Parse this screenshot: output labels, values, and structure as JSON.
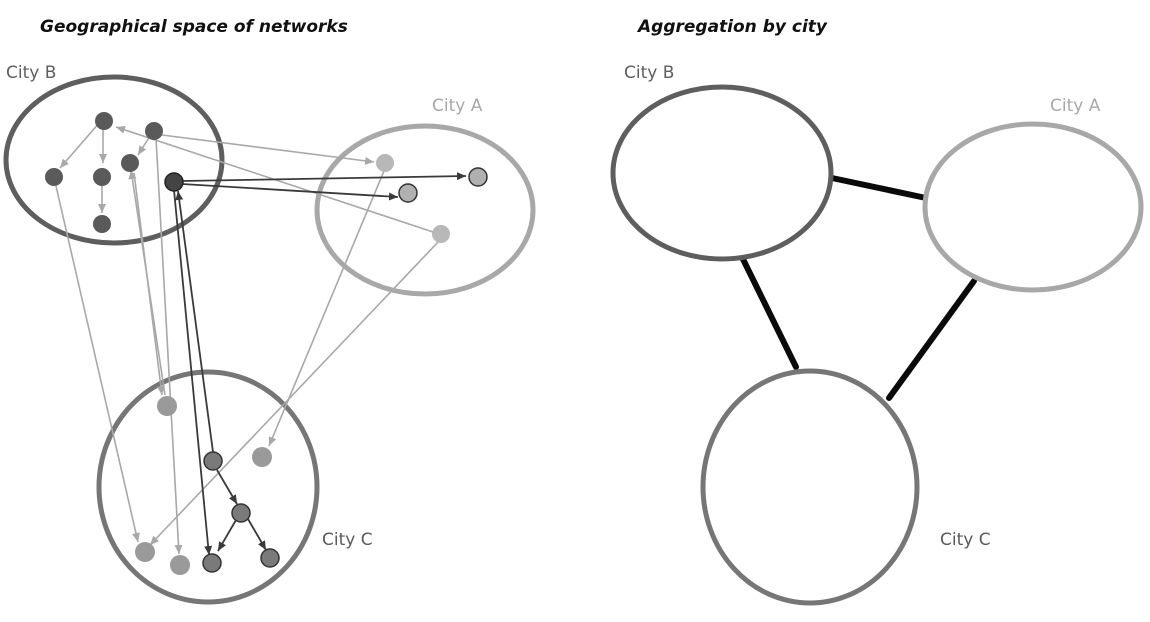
{
  "panels": {
    "left_title": "Geographical space of networks",
    "right_title": "Aggregation by city"
  },
  "cities": {
    "b": {
      "label": "City B",
      "color": "#5e5e5e"
    },
    "a": {
      "label": "City A",
      "color": "#a8a8a8"
    },
    "c": {
      "label": "City C",
      "color": "#767676"
    }
  },
  "colors": {
    "b_node": "#5a5a5a",
    "a_node": "#b0b0b0",
    "c_node": "#9a9a9a",
    "c_node_dark": "#7a7a7a",
    "edge_light": "#a8a8a8",
    "edge_dark": "#3a3a3a",
    "aggregate_edge": "#0a0a0a"
  }
}
